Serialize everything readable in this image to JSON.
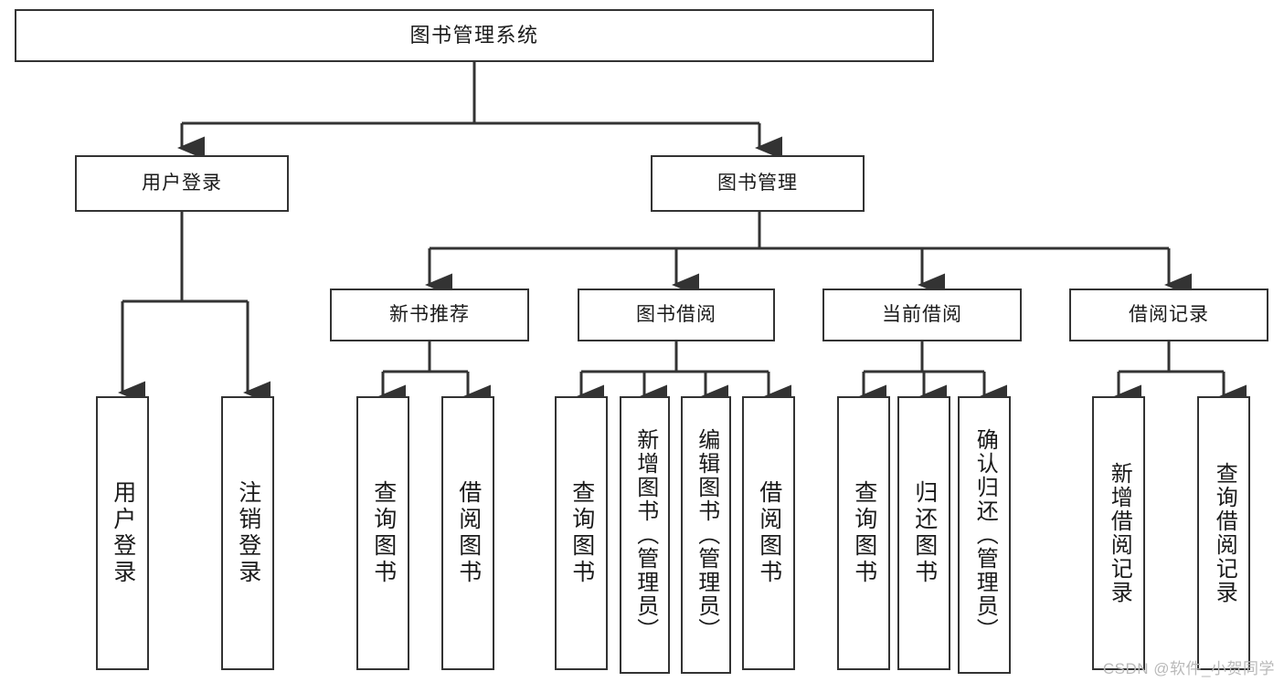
{
  "diagram": {
    "title": "图书管理系统",
    "type": "tree-hierarchy",
    "root": {
      "label": "图书管理系统"
    },
    "level2": [
      {
        "label": "用户登录"
      },
      {
        "label": "图书管理"
      }
    ],
    "level3": [
      {
        "label": "新书推荐"
      },
      {
        "label": "图书借阅"
      },
      {
        "label": "当前借阅"
      },
      {
        "label": "借阅记录"
      }
    ],
    "leaves": {
      "user_login": [
        {
          "label": "用户登录"
        },
        {
          "label": "注销登录"
        }
      ],
      "new_book_recommend": [
        {
          "label": "查询图书"
        },
        {
          "label": "借阅图书"
        }
      ],
      "book_borrow": [
        {
          "label": "查询图书"
        },
        {
          "label": "新增图书（管理员）"
        },
        {
          "label": "编辑图书（管理员）"
        },
        {
          "label": "借阅图书"
        }
      ],
      "current_borrow": [
        {
          "label": "查询图书"
        },
        {
          "label": "归还图书"
        },
        {
          "label": "确认归还（管理员）"
        }
      ],
      "borrow_record": [
        {
          "label": "新增借阅记录"
        },
        {
          "label": "查询借阅记录"
        }
      ]
    }
  },
  "watermark": {
    "text": "CSDN @软件_小贺同学"
  },
  "colors": {
    "border": "#333333",
    "text": "#1a1a1a",
    "background": "#ffffff",
    "watermark": "#b9b9b9"
  }
}
